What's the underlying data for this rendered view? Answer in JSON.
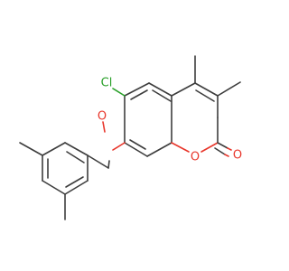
{
  "molecule": {
    "atoms": {
      "chlorine": {
        "label": "Cl",
        "color": "#2aa02a"
      },
      "ether_oxygen": {
        "label": "O",
        "color": "#e8362b"
      },
      "ring_oxygen": {
        "label": "O",
        "color": "#e8362b"
      },
      "carbonyl_oxygen": {
        "label": "O",
        "color": "#e8362b"
      }
    },
    "colors": {
      "bond": "#3d3d3d",
      "background": "#ffffff"
    }
  }
}
